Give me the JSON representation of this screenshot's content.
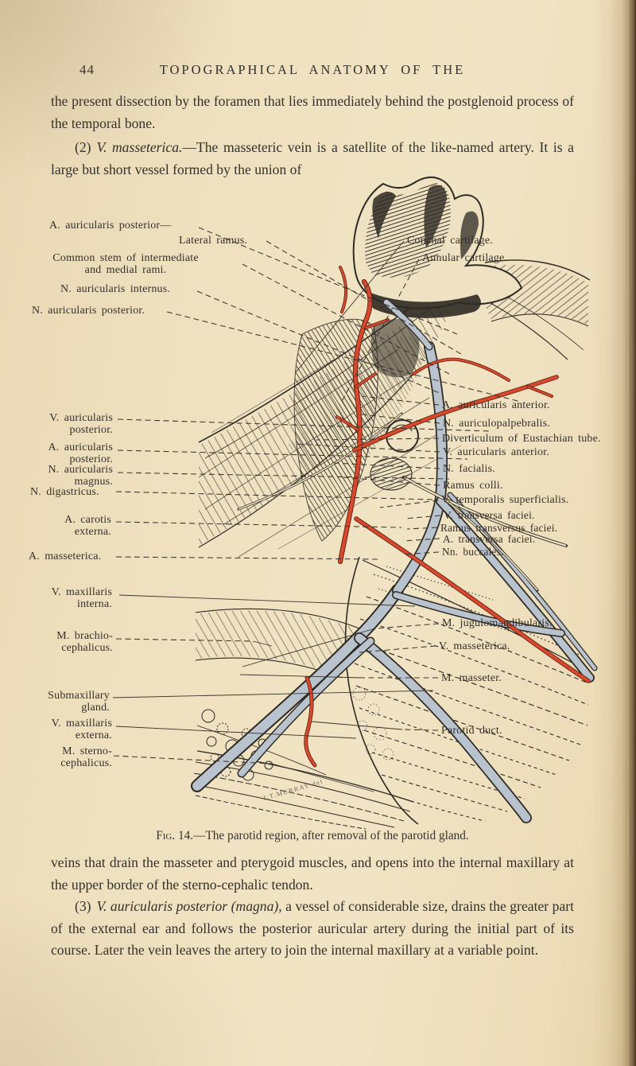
{
  "page": {
    "number": "44",
    "running_title": "TOPOGRAPHICAL ANATOMY OF THE",
    "body": {
      "p1": "the present dissection by the foramen that lies immediately behind the postglenoid process of the temporal bone.",
      "p2_num": "(2)",
      "p2_italic": "V. masseterica.",
      "p2_rest": "—The masseteric vein is a satellite of the like-named artery. It is a large but short vessel formed by the union of",
      "p3": "veins that drain the masseter and pterygoid muscles, and opens into the internal maxillary at the upper border of the sterno-cephalic tendon.",
      "p4_num": "(3)",
      "p4_italic": "V. auricularis posterior (magna)",
      "p4_rest": ", a vessel of considerable size, drains the greater part of the external ear and follows the posterior auricular artery during the initial part of its course. Later the vein leaves the artery to join the internal maxillary at a variable point."
    },
    "caption": {
      "fig": "Fig. 14.",
      "rest": "—The parotid region, after removal of the parotid gland."
    }
  },
  "figure": {
    "signature": "J.T.MURRAY del",
    "colors": {
      "artery": "#d6492e",
      "vein": "#b9c3ce",
      "ink": "#2e2a24",
      "paper": "#efe2c2"
    },
    "left_labels": [
      {
        "text": "A. auricularis posterior—"
      },
      {
        "text": "Lateral ramus."
      },
      {
        "text": "Common stem of intermediate and medial rami."
      },
      {
        "text": "N. auricularis internus."
      },
      {
        "text": "N. auricularis posterior."
      },
      {
        "text": "V. auricularis posterior."
      },
      {
        "text": "A. auricularis posterior."
      },
      {
        "text": "N. auricularis magnus."
      },
      {
        "text": "N. digastricus."
      },
      {
        "text": "A. carotis externa."
      },
      {
        "text": "A. masseterica."
      },
      {
        "text": "V. maxillaris interna."
      },
      {
        "text": "M. brachio-cephalicus."
      },
      {
        "text": "Submaxillary gland."
      },
      {
        "text": "V. maxillaris externa."
      },
      {
        "text": "M. sterno-cephalicus."
      }
    ],
    "right_labels": [
      {
        "text": "Conchal cartilage."
      },
      {
        "text": "Annular cartilage."
      },
      {
        "text": "A. auricularis anterior."
      },
      {
        "text": "N. auriculopalpebralis."
      },
      {
        "text": "Diverticulum of Eustachian tube."
      },
      {
        "text": "V. auricularis anterior."
      },
      {
        "text": "N. facialis."
      },
      {
        "text": "Ramus colli."
      },
      {
        "text": "V. temporalis superficialis."
      },
      {
        "text": "V. transversa faciei."
      },
      {
        "text": "Ramus transversus faciei."
      },
      {
        "text": "A. transversa faciei."
      },
      {
        "text": "Nn. buccales."
      },
      {
        "text": "M. jugulomandibularis."
      },
      {
        "text": "V. masseterica."
      },
      {
        "text": "M. masseter."
      },
      {
        "text": "Parotid duct."
      }
    ]
  }
}
